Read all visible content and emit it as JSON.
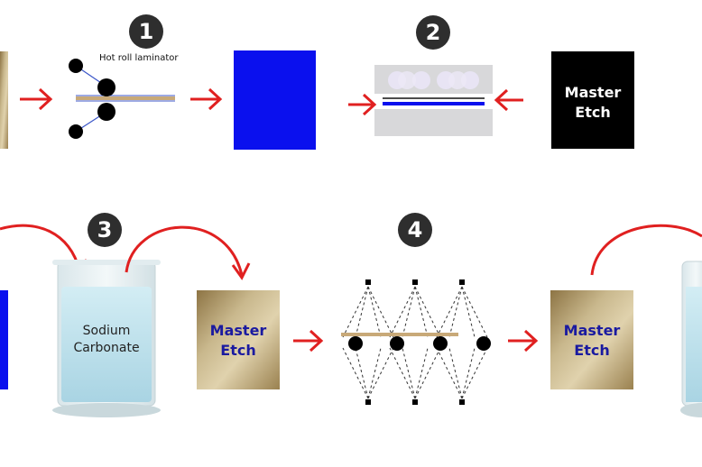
{
  "steps": [
    "1",
    "2",
    "3",
    "4"
  ],
  "laminator_label": "Hot roll laminator",
  "artwork_label_line1": "Master",
  "artwork_label_line2": "Etch",
  "beaker_label_line1": "Sodium",
  "beaker_label_line2": "Carbonate",
  "etched_label_1_line1": "Master",
  "etched_label_1_line2": "Etch",
  "etched_label_2_line1": "Master",
  "etched_label_2_line2": "Etch",
  "colors": {
    "arrow": "#e02020",
    "resist_blue": "#0a10ee",
    "artwork_black": "#000000",
    "brass": "#b7a273",
    "etch_text": "#1a1aa0",
    "liquid": "#bfe3ee",
    "badge": "#2e2e2e"
  },
  "icons": [
    "arrow-right-icon",
    "arrow-left-icon",
    "curved-arrow-icon",
    "roller-icon",
    "spray-nozzle-icon"
  ]
}
